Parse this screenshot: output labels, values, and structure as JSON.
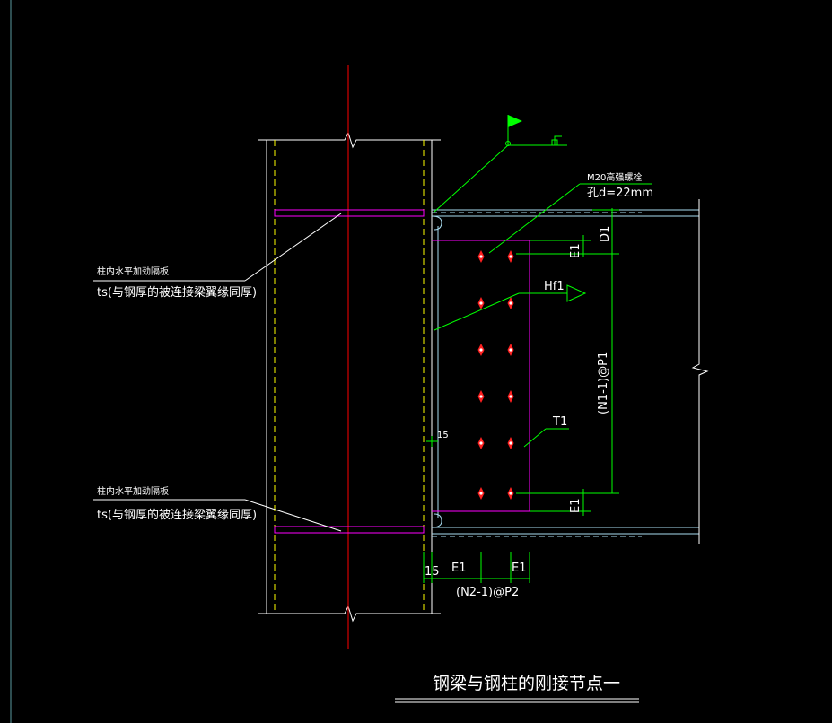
{
  "title": "钢梁与钢柱的刚接节点一",
  "labels": {
    "stiffener_top_line1": "柱内水平加劲隔板",
    "stiffener_top_line2": "ts(与钢厚的被连接梁翼缘同厚)",
    "stiffener_bottom_line1": "柱内水平加劲隔板",
    "stiffener_bottom_line2": "ts(与钢厚的被连接梁翼缘同厚)",
    "bolt_spec": "M20高强螺栓",
    "hole_spec": "孔d=22mm",
    "weld": "Hf1",
    "plate": "T1",
    "d1": "D1",
    "e1_top": "E1",
    "vertical_pitch": "(N1-1)@P1",
    "e1_bottom": "E1",
    "gap_15_vertical": "15",
    "dim_15": "15",
    "dim_e1_left": "E1",
    "dim_e1_right": "E1",
    "horizontal_pitch": "(N2-1)@P2"
  },
  "colors": {
    "background": "#000000",
    "column_flange": "#ffffff",
    "column_web": "#ffff00",
    "axis": "#ff0000",
    "stiffener": "#ff00ff",
    "beam": "#a8dcf0",
    "leader": "#00ff00",
    "bolt": "#ff2020",
    "text": "#ffffff",
    "flag": "#00ff00"
  }
}
